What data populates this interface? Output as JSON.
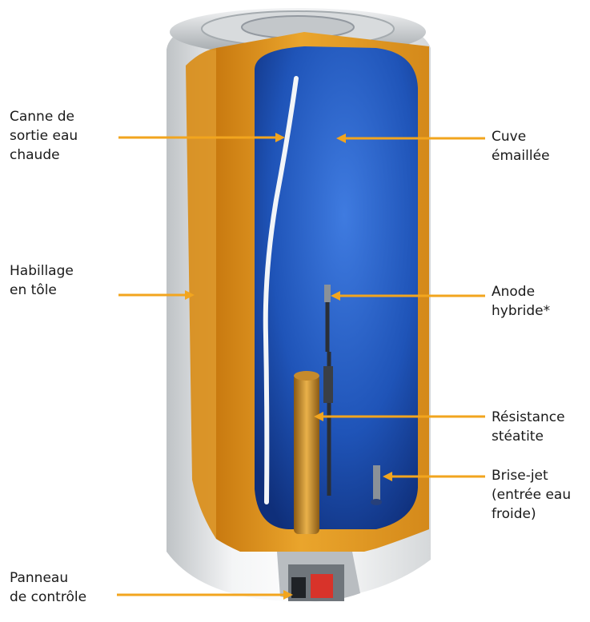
{
  "colors": {
    "arrow": "#f2a51e",
    "insulation": "#e39a1f",
    "tank": "#1e55b7",
    "casing": "#e7e9ea"
  },
  "labels": [
    {
      "id": "canne",
      "text": "Canne de\nsortie eau\nchaude"
    },
    {
      "id": "habillage",
      "text": "Habillage\nen tôle"
    },
    {
      "id": "panneau",
      "text": "Panneau\nde contrôle"
    },
    {
      "id": "cuve",
      "text": "Cuve\némaillée"
    },
    {
      "id": "anode",
      "text": "Anode\nhybride*"
    },
    {
      "id": "resistance",
      "text": "Résistance\nstéatite"
    },
    {
      "id": "brise",
      "text": "Brise-jet\n(entrée eau\nfroide)"
    }
  ]
}
